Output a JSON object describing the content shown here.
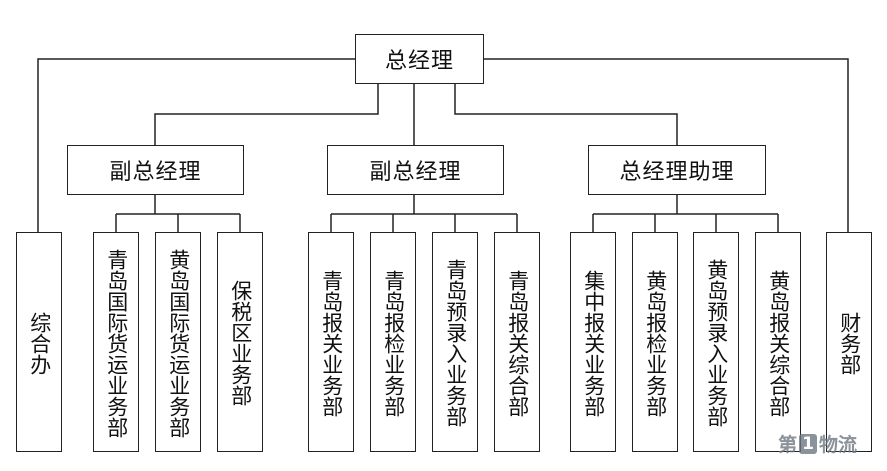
{
  "org_chart": {
    "root": "总经理",
    "side_left": "综合办",
    "side_right": "财务部",
    "groups": [
      {
        "title": "副总经理",
        "units": [
          "青岛国际货运业务部",
          "黄岛国际货运业务部",
          "保税区业务部"
        ]
      },
      {
        "title": "副总经理",
        "units": [
          "青岛报关业务部",
          "青岛报检业务部",
          "青岛预录入业务部",
          "青岛报关综合部"
        ]
      },
      {
        "title": "总经理助理",
        "units": [
          "集中报关业务部",
          "黄岛报检业务部",
          "黄岛预录入业务部",
          "黄岛报关综合部"
        ]
      }
    ]
  },
  "watermark": {
    "prefix": "第",
    "number": "1",
    "suffix": "物流",
    "logo_text": "第1物流"
  },
  "colors": {
    "line": "#222222",
    "box_border": "#222222",
    "background": "#ffffff",
    "watermark": "#6f7782"
  }
}
